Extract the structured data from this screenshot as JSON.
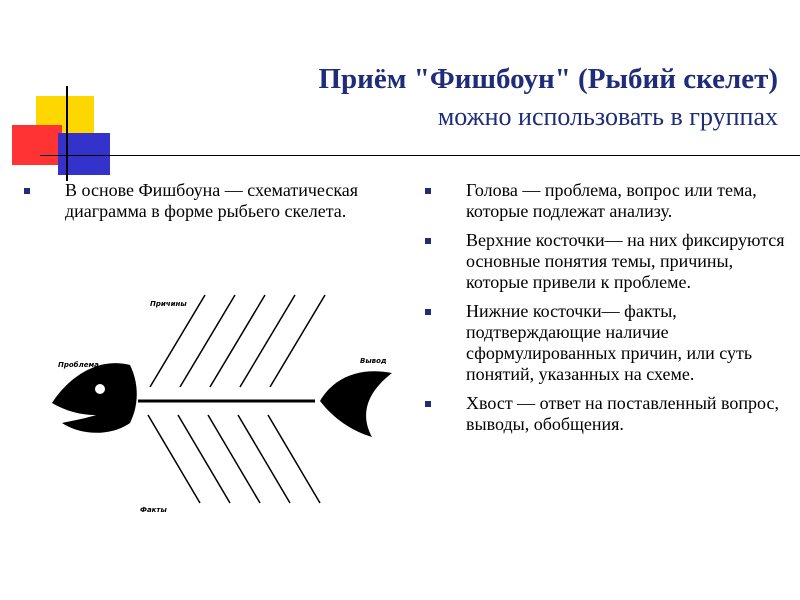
{
  "title": {
    "line1": "Приём \"Фишбоун\" (Рыбий скелет)",
    "line2": "можно использовать в группах"
  },
  "left_column": [
    "В основе Фишбоуна — схематическая диаграмма в форме рыбьего скелета."
  ],
  "right_column": [
    "Голова — проблема, вопрос или тема, которые подлежат анализу.",
    "Верхние косточки— на них фиксируются основные понятия темы, причины, которые привели к проблеме.",
    "Нижние косточки— факты, подтверждающие наличие сформулированных причин, или суть понятий, указанных на схеме.",
    "Хвост — ответ на поставленный вопрос, выводы, обобщения."
  ],
  "diagram": {
    "label_problem": "Проблема",
    "label_causes": "Причины",
    "label_conclusion": "Вывод",
    "label_facts": "Факты"
  },
  "colors": {
    "title": "#1f2c7a",
    "bullet": "#1f2c7a",
    "deco_yellow": "#FFD700",
    "deco_red": "#FF3333",
    "deco_blue": "#3333CC"
  },
  "icons": [
    "square-bullet-icon",
    "fish-head-icon",
    "fish-tail-icon"
  ]
}
